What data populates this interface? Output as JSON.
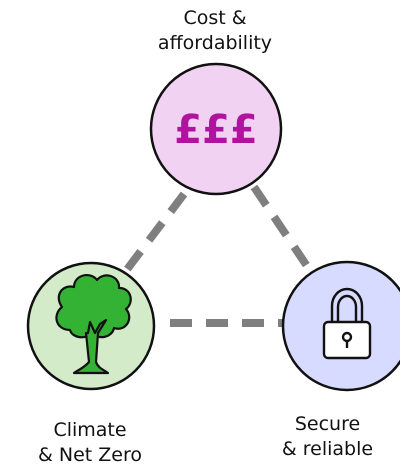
{
  "nodes": {
    "top": {
      "label_line1": "Cost &",
      "label_line2": "affordability",
      "symbol": "£££",
      "icon": "pound-sign-icon",
      "fill": "#f1d2f3",
      "symbol_color": "#b0139f"
    },
    "left": {
      "label_line1": "Climate",
      "label_line2": "& Net Zero",
      "icon": "tree-icon",
      "fill": "#d3ebc9",
      "icon_color": "#34b233"
    },
    "right": {
      "label_line1": "Secure",
      "label_line2": "& reliable",
      "icon": "padlock-icon",
      "fill": "#d6dbff",
      "icon_color": "#ffffff"
    }
  },
  "connector": {
    "style": "dashed",
    "color": "#7f7f7f"
  }
}
